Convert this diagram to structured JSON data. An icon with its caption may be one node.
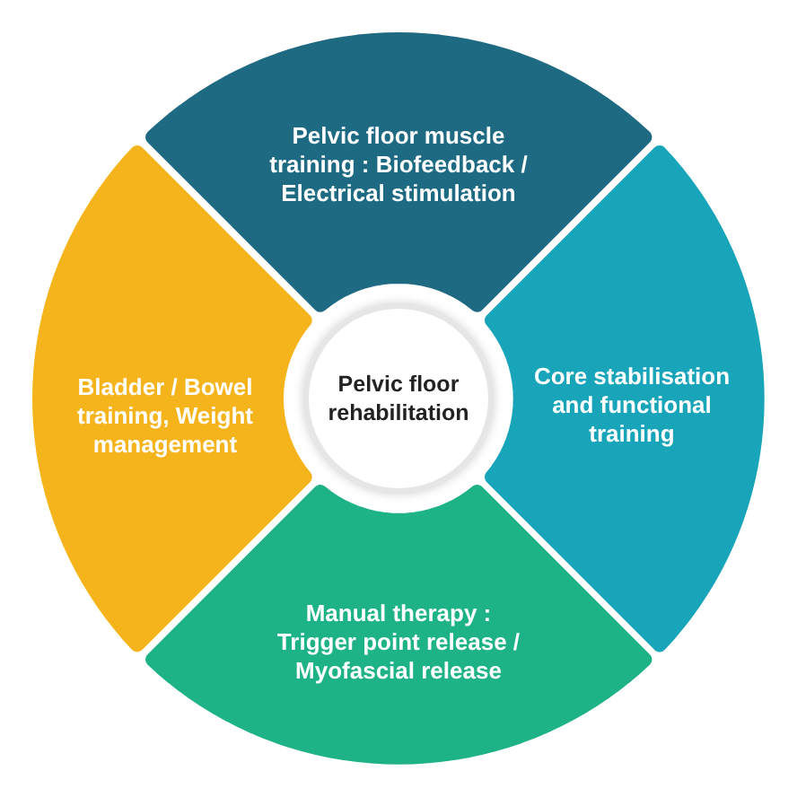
{
  "diagram": {
    "nodes": [
      {
        "text": [
          "Pelvic floor rehabilitation"
        ]
      },
      {
        "text": [
          "Pelvic floor muscle training : Biofeedback / Electrical stimulation"
        ]
      },
      {
        "text": [
          "Core stabilisation and functional training"
        ]
      },
      {
        "text": [
          "Manual therapy : Trigger point release / Myofascial release"
        ]
      },
      {
        "text": [
          "Bladder / Bowel training, Weight management"
        ]
      }
    ]
  }
}
